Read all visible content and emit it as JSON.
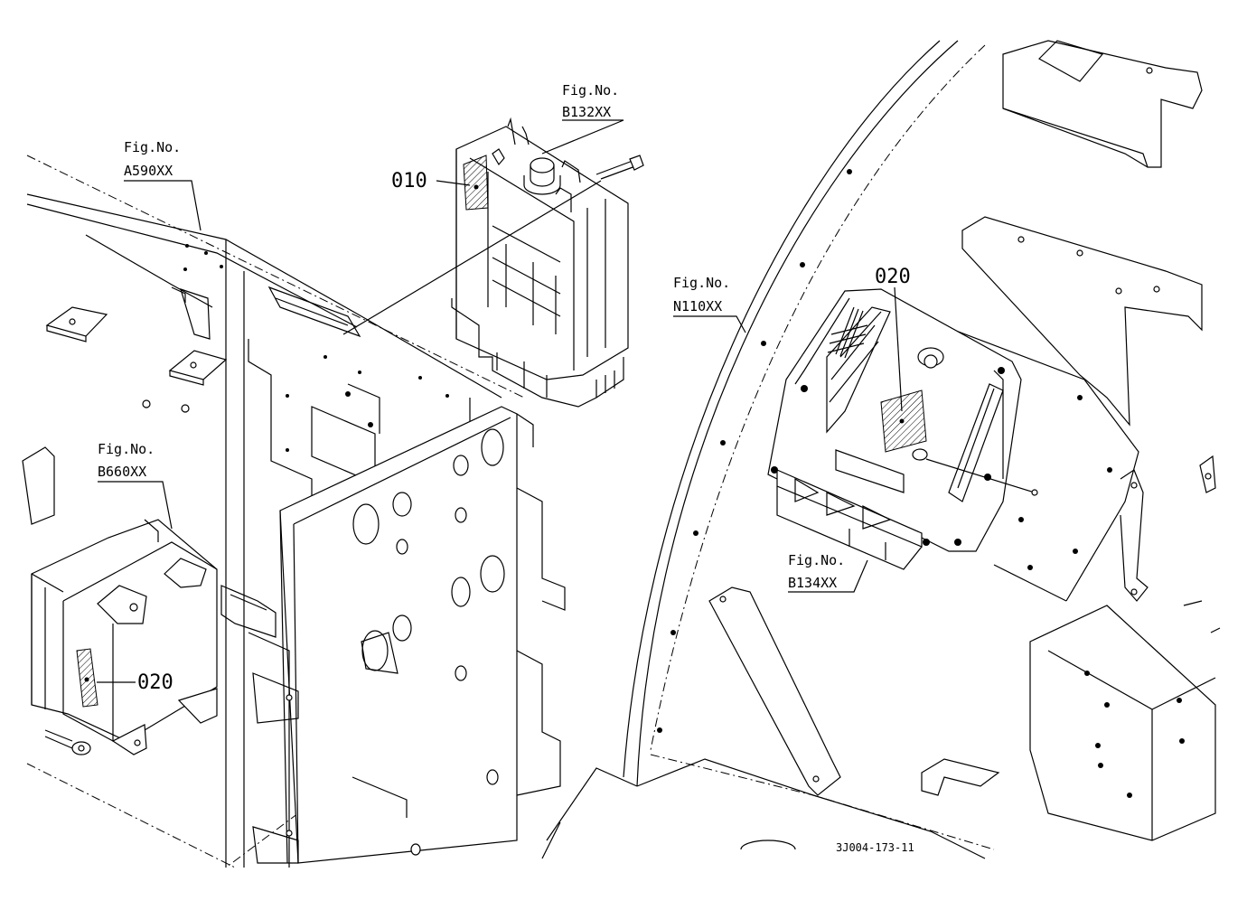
{
  "callouts": {
    "fig_a590": {
      "line1": "Fig.No.",
      "line2": "A590XX"
    },
    "fig_b132": {
      "line1": "Fig.No.",
      "line2": "B132XX"
    },
    "fig_b660": {
      "line1": "Fig.No.",
      "line2": "B660XX"
    },
    "fig_n110": {
      "line1": "Fig.No.",
      "line2": "N110XX"
    },
    "fig_b134": {
      "line1": "Fig.No.",
      "line2": "B134XX"
    }
  },
  "part_numbers": {
    "controller_010": "010",
    "label_020_right": "020",
    "label_020_left": "020"
  },
  "drawing_code": "3J004-173-11"
}
